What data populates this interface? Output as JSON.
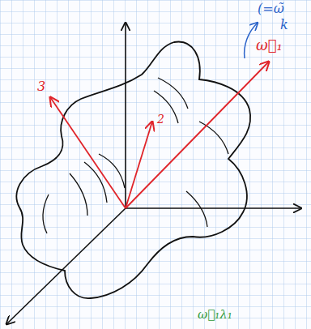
{
  "diagram": {
    "labels": [
      "3",
      "2",
      "ω⃗₁",
      "(=ω̃",
      "k",
      "ω⃗₁λ₁"
    ]
  }
}
